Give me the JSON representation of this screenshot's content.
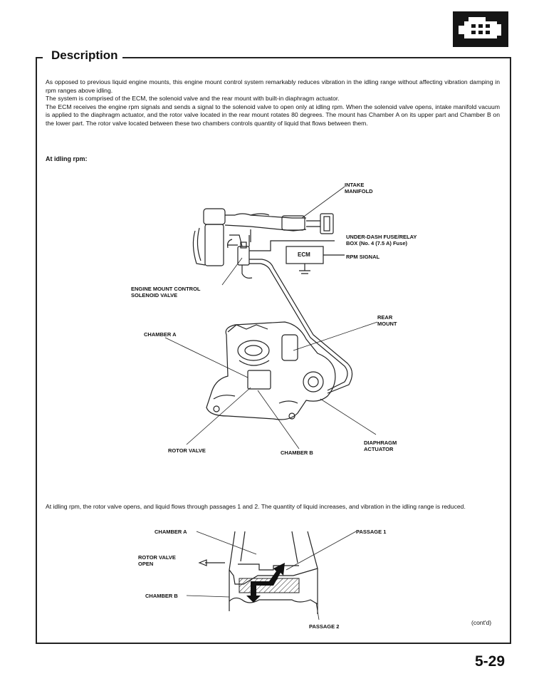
{
  "header": {
    "section_icon": "engine-icon"
  },
  "section": {
    "title": "Description"
  },
  "intro": {
    "p1": "As opposed to previous liquid engine mounts, this engine mount control system remarkably reduces vibration in the idling range without affecting vibration damping in rpm ranges above idling.",
    "p2": "The system is comprised of the ECM, the solenoid valve and the rear mount with built-in diaphragm actuator.",
    "p3": "The ECM receives the engine rpm signals and sends a signal to the solenoid valve to open only at idling rpm. When the solenoid valve opens, intake manifold vacuum is applied to the diaphragm actuator, and the rotor valve located in the rear mount rotates 80 degrees. The mount has Chamber A on its upper part and Chamber B on the lower part. The rotor valve located between these two chambers controls quantity of liquid that flows between them."
  },
  "diagram1": {
    "subhead": "At idling rpm:",
    "labels": {
      "intake_manifold": "INTAKE\nMANIFOLD",
      "fuse_box": "UNDER-DASH FUSE/RELAY\nBOX (No. 4 (7.5 A) Fuse)",
      "ecm": "ECM",
      "rpm_signal": "RPM SIGNAL",
      "solenoid_valve": "ENGINE MOUNT CONTROL\nSOLENOID VALVE",
      "rear_mount": "REAR\nMOUNT",
      "chamber_a": "CHAMBER A",
      "rotor_valve": "ROTOR VALVE",
      "chamber_b": "CHAMBER B",
      "diaphragm_actuator": "DIAPHRAGM\nACTUATOR"
    }
  },
  "para2": {
    "text": "At idling rpm, the rotor valve opens, and liquid flows through passages 1 and 2. The quantity of liquid increases, and vibration in the idling range is reduced."
  },
  "diagram2": {
    "labels": {
      "chamber_a": "CHAMBER A",
      "passage_1": "PASSAGE 1",
      "rotor_valve_open": "ROTOR VALVE\nOPEN",
      "chamber_b": "CHAMBER B",
      "passage_2": "PASSAGE 2"
    }
  },
  "footer": {
    "contd": "(cont'd)",
    "page_number": "5-29"
  }
}
